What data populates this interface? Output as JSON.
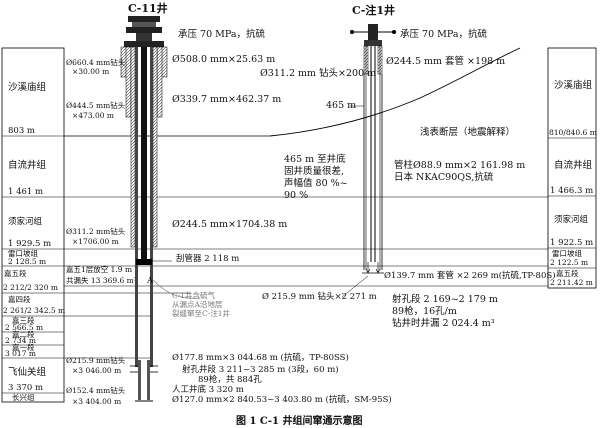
{
  "wells": {
    "left": {
      "name": "C-11井",
      "pressure": "承压 70 MPa，抗硫",
      "bits": [
        {
          "size": "Ø660.4 mm钻头",
          "depth": "×30.00 m"
        },
        {
          "size": "Ø444.5 mm钻头",
          "depth": "×473.00 m"
        },
        {
          "size": "Ø311.2 mm钻头",
          "depth": "×1706.00 m"
        },
        {
          "size": "Ø215.9 mm钻头",
          "depth": "×3 046.00 m"
        },
        {
          "size": "Ø152.4 mm钻头",
          "depth": "×3 404.00 m"
        }
      ],
      "casings": [
        "Ø508.0 mm×25.63 m",
        "Ø339.7 mm×462.37 m",
        "Ø244.5 mm×1704.38 m",
        "Ø177.8 mm×3 044.68 m (抗硫，TP-80SS)",
        "Ø127.0 mm×2 840.53~3 403.80 m (抗硫，SM-95S)"
      ],
      "scraper": "刮管器 2 118 m",
      "perforation": [
        "射孔井段 3 211~3 285 m (3段，60 m)",
        "89枪，共 884孔"
      ],
      "artificial_bottom": "人工井底 3 320 m",
      "marker_a": "A",
      "leak_note": "C-1井含硫气从漏点A沿地层裂缝窜至C-注1井"
    },
    "right": {
      "name": "C-注1井",
      "pressure": "承压 70 MPa，抗硫",
      "bit": "Ø311.2 mm 钻头×200 m",
      "surface_casing": "Ø244.5 mm 套管 ×198 m",
      "depth_465": "465 m",
      "cement_note": [
        "465 m 至井底",
        "固井质量很差,",
        "声幅值 80 %~",
        "90 %"
      ],
      "tubing": [
        "管柱Ø88.9 mm×2 161.98 m",
        "日本 NKAC90QS,抗硫"
      ],
      "casing_139": "Ø139.7 mm 套管 ×2 269 m(抗硫,TP-80S)",
      "bit_215": "Ø 215.9 mm 钻头×2 271 m",
      "perforation": [
        "射孔段 2 169~2 179 m",
        "89枪，16孔/m"
      ],
      "leak_during_drilling": "钻井时井漏 2 024.4 m³"
    }
  },
  "fault_label": "浅表断层（地震解释）",
  "strata_left": [
    {
      "name": "沙溪庙组",
      "depth": "803 m"
    },
    {
      "name": "自流井组",
      "depth": "1 461 m"
    },
    {
      "name": "须家河组",
      "depth": "1 929.5 m"
    },
    {
      "name": "雷口坡组",
      "depth": "2 128.5 m"
    },
    {
      "name": "嘉五段",
      "depth": "2 212/2 320 m"
    },
    {
      "name": "嘉四段",
      "depth": "2 261/2 342.5 m"
    },
    {
      "name": "嘉三段",
      "depth": "2 566.5 m"
    },
    {
      "name": "嘉二段",
      "depth": "2 734 m"
    },
    {
      "name": "嘉一段",
      "depth": "3 017 m"
    },
    {
      "name": "飞仙关组",
      "depth": "3 370 m"
    },
    {
      "name": "长兴组",
      "depth": ""
    }
  ],
  "strata_left_note": [
    "嘉五1层放空 1.9 m",
    "共漏失 13 369.6 m³"
  ],
  "strata_right": [
    {
      "name": "沙溪庙组",
      "depth": "810/840.6 m"
    },
    {
      "name": "自流井组",
      "depth": "1 466.3 m"
    },
    {
      "name": "须家河组",
      "depth": "1 922.5 m"
    },
    {
      "name": "雷口坡组",
      "depth": "2 122.5 m"
    },
    {
      "name": "嘉五段",
      "depth": "2 211.42 m"
    }
  ],
  "caption": "图 1   C-1 井组间窜通示意图"
}
